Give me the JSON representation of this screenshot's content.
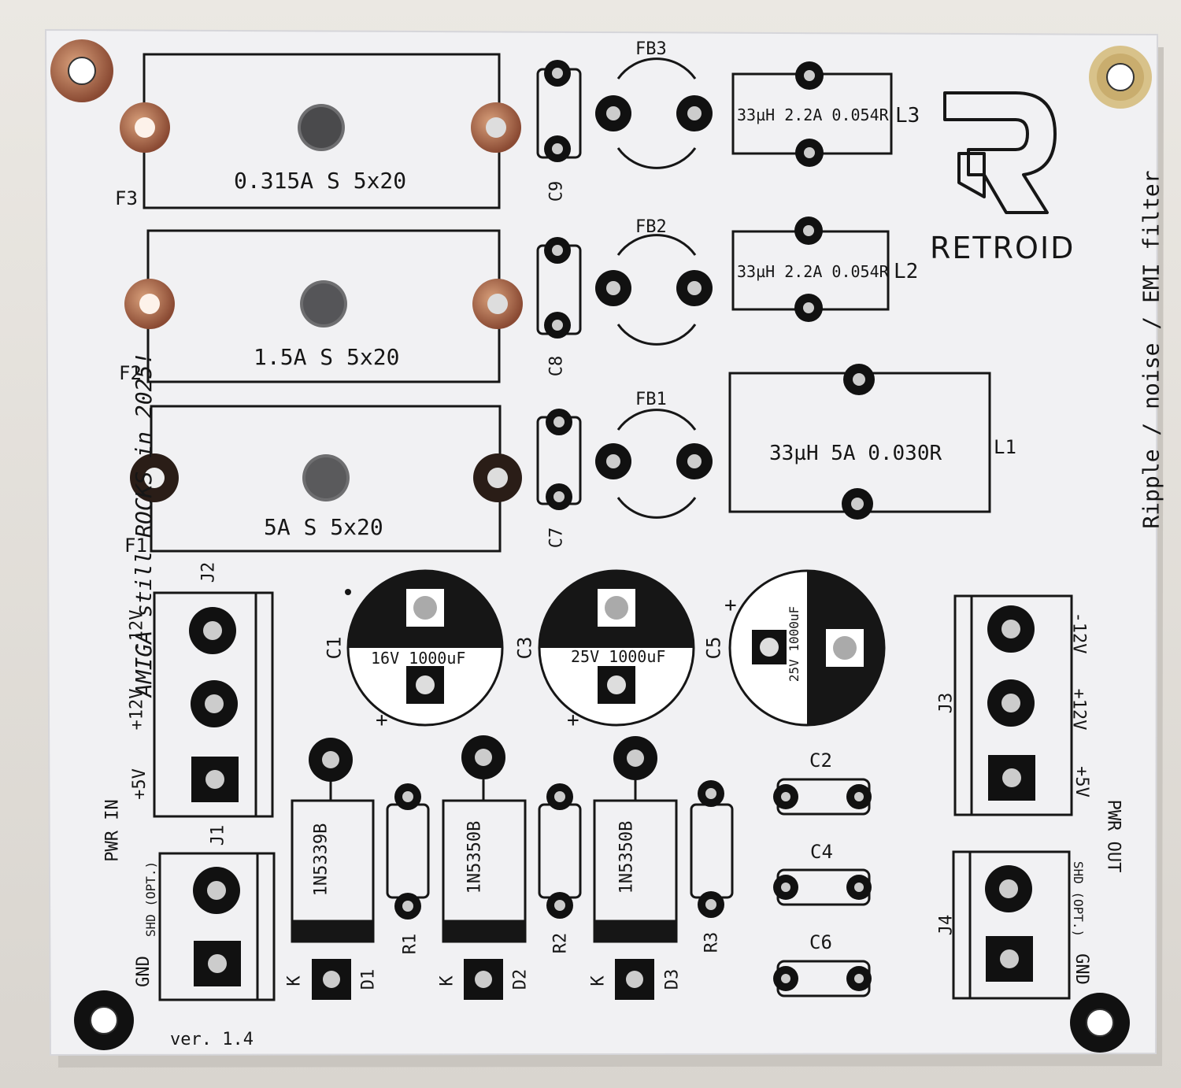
{
  "board": {
    "brand": "RETROID",
    "title": "Ripple / noise / EMI filter",
    "slogan": "AMIGA still ROCKS in 2025!",
    "version": "ver. 1.4",
    "colors": {
      "soldermask": "#f2f2f4",
      "silkscreen": "#161616",
      "copper": "#a9644a",
      "background": "#e6e3de"
    }
  },
  "fuses": [
    {
      "ref": "F3",
      "value": "0.315A S 5x20"
    },
    {
      "ref": "F2",
      "value": "1.5A S 5x20"
    },
    {
      "ref": "F1",
      "value": "5A S 5x20"
    }
  ],
  "capacitors_small": [
    {
      "ref": "C9"
    },
    {
      "ref": "C8"
    },
    {
      "ref": "C7"
    },
    {
      "ref": "C2"
    },
    {
      "ref": "C4"
    },
    {
      "ref": "C6"
    }
  ],
  "ferrite_beads": [
    {
      "ref": "FB3"
    },
    {
      "ref": "FB2"
    },
    {
      "ref": "FB1"
    }
  ],
  "inductors": [
    {
      "ref": "L3",
      "value": "33µH 2.2A 0.054R"
    },
    {
      "ref": "L2",
      "value": "33µH 2.2A 0.054R"
    },
    {
      "ref": "L1",
      "value": "33µH 5A 0.030R"
    }
  ],
  "electrolytics": [
    {
      "ref": "C1",
      "value": "16V 1000uF",
      "polarity": "+"
    },
    {
      "ref": "C3",
      "value": "25V 1000uF",
      "polarity": "+"
    },
    {
      "ref": "C5",
      "value": "25V 1000uF",
      "polarity": "+"
    }
  ],
  "diodes": [
    {
      "ref": "D1",
      "value": "1N5339B",
      "cathode": "K"
    },
    {
      "ref": "D2",
      "value": "1N5350B",
      "cathode": "K"
    },
    {
      "ref": "D3",
      "value": "1N5350B",
      "cathode": "K"
    }
  ],
  "resistors": [
    {
      "ref": "R1"
    },
    {
      "ref": "R2"
    },
    {
      "ref": "R3"
    }
  ],
  "input": {
    "label": "PWR IN",
    "j2": {
      "ref": "J2",
      "pins": [
        "-12V",
        "+12V",
        "+5V"
      ]
    },
    "j1": {
      "ref": "J1",
      "pins": [
        "SHD (OPT.)",
        "GND"
      ]
    }
  },
  "output": {
    "label": "PWR OUT",
    "j3": {
      "ref": "J3",
      "pins": [
        "-12V",
        "+12V",
        "+5V"
      ]
    },
    "j4": {
      "ref": "J4",
      "pins": [
        "SHD (OPT.)",
        "GND"
      ]
    }
  }
}
